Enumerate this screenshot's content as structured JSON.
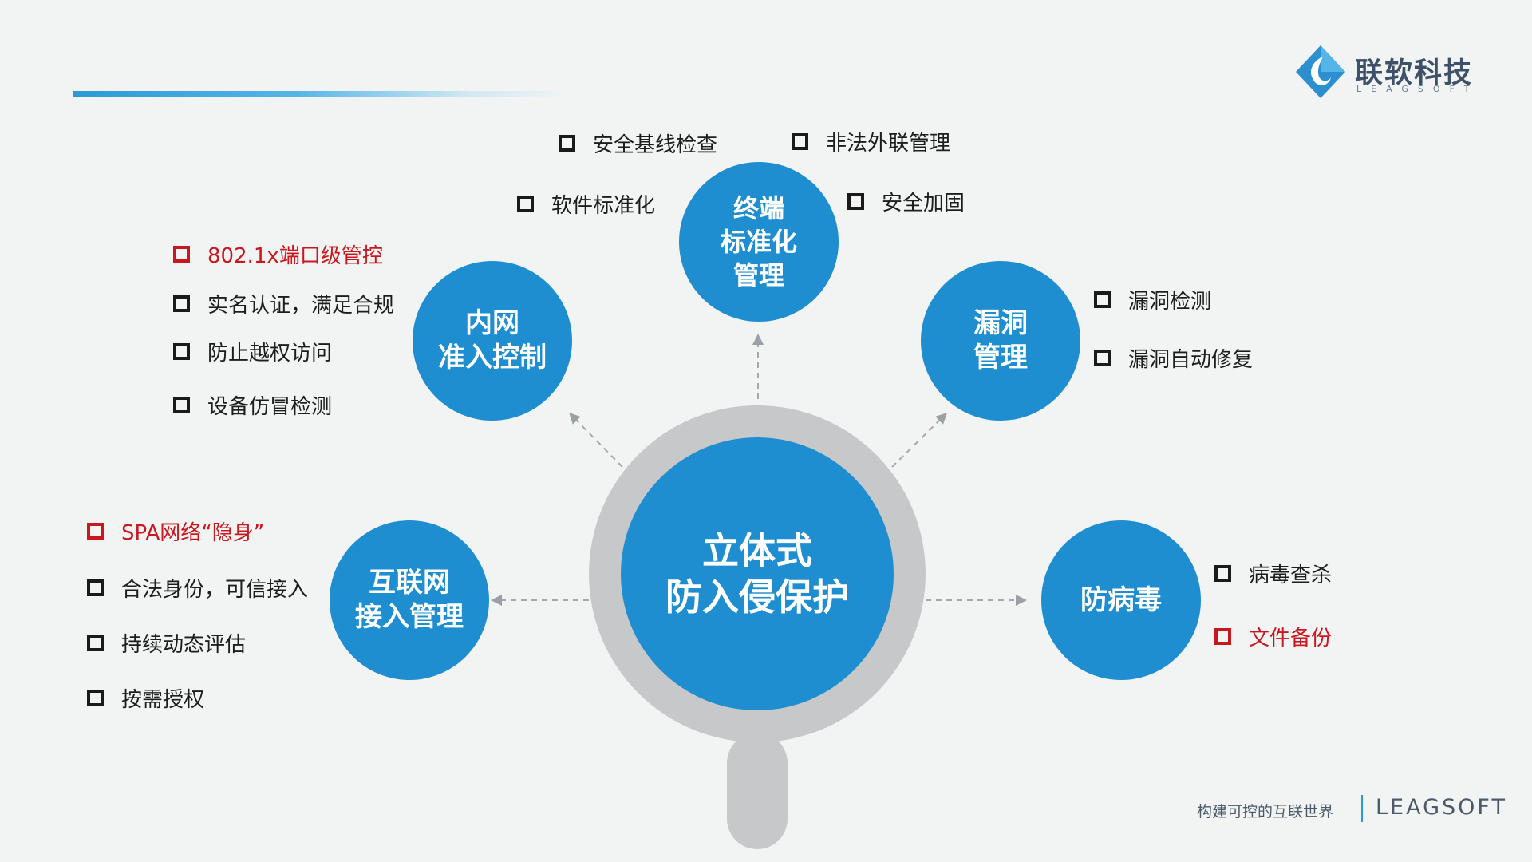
{
  "brand": {
    "logo_name": "联软科技",
    "logo_sub": "LEAGSOFT",
    "slogan": "构建可控的互联世界",
    "footer_name": "LEAGSOFT"
  },
  "colors": {
    "node_blue": "#1f8ed0",
    "ring_gray": "#c7c8c9",
    "highlight_red": "#c9171e",
    "accent_line": "#2a9ad6"
  },
  "center": {
    "label": "立体式\n防入侵保护"
  },
  "nodes": {
    "terminal": {
      "label": "终端\n标准化\n管理",
      "items": [
        {
          "text": "安全基线检查",
          "highlight": false
        },
        {
          "text": "非法外联管理",
          "highlight": false
        },
        {
          "text": "软件标准化",
          "highlight": false
        },
        {
          "text": "安全加固",
          "highlight": false
        }
      ]
    },
    "intranet": {
      "label": "内网\n准入控制",
      "items": [
        {
          "text": "802.1x端口级管控",
          "highlight": true
        },
        {
          "text": "实名认证，满足合规",
          "highlight": false
        },
        {
          "text": "防止越权访问",
          "highlight": false
        },
        {
          "text": "设备仿冒检测",
          "highlight": false
        }
      ]
    },
    "vulnerability": {
      "label": "漏洞\n管理",
      "items": [
        {
          "text": "漏洞检测",
          "highlight": false
        },
        {
          "text": "漏洞自动修复",
          "highlight": false
        }
      ]
    },
    "internet": {
      "label": "互联网\n接入管理",
      "items": [
        {
          "text": "SPA网络“隐身”",
          "highlight": true
        },
        {
          "text": "合法身份，可信接入",
          "highlight": false
        },
        {
          "text": "持续动态评估",
          "highlight": false
        },
        {
          "text": "按需授权",
          "highlight": false
        }
      ]
    },
    "antivirus": {
      "label": "防病毒",
      "items": [
        {
          "text": "病毒查杀",
          "highlight": false
        },
        {
          "text": "文件备份",
          "highlight": true
        }
      ]
    }
  }
}
